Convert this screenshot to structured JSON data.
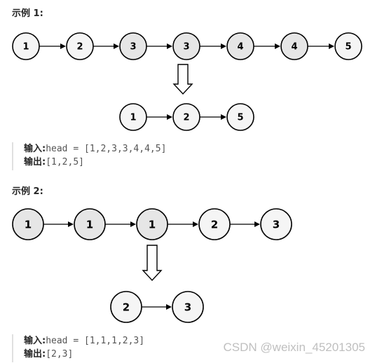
{
  "example1": {
    "title": "示例 1:",
    "input_label": "输入:",
    "input_value": "head = [1,2,3,3,4,4,5]",
    "output_label": "输出:",
    "output_value": "[1,2,5]",
    "before": {
      "nodes": [
        {
          "value": "1",
          "fill": "#f5f5f5"
        },
        {
          "value": "2",
          "fill": "#f5f5f5"
        },
        {
          "value": "3",
          "fill": "#e6e6e6"
        },
        {
          "value": "3",
          "fill": "#e6e6e6"
        },
        {
          "value": "4",
          "fill": "#e6e6e6"
        },
        {
          "value": "4",
          "fill": "#e6e6e6"
        },
        {
          "value": "5",
          "fill": "#f5f5f5"
        }
      ]
    },
    "after": {
      "nodes": [
        {
          "value": "1",
          "fill": "#f5f5f5"
        },
        {
          "value": "2",
          "fill": "#f5f5f5"
        },
        {
          "value": "5",
          "fill": "#f5f5f5"
        }
      ]
    }
  },
  "example2": {
    "title": "示例 2:",
    "input_label": "输入:",
    "input_value": "head = [1,1,1,2,3]",
    "output_label": "输出:",
    "output_value": "[2,3]",
    "before": {
      "nodes": [
        {
          "value": "1",
          "fill": "#e6e6e6"
        },
        {
          "value": "1",
          "fill": "#e6e6e6"
        },
        {
          "value": "1",
          "fill": "#e6e6e6"
        },
        {
          "value": "2",
          "fill": "#f5f5f5"
        },
        {
          "value": "3",
          "fill": "#f5f5f5"
        }
      ]
    },
    "after": {
      "nodes": [
        {
          "value": "2",
          "fill": "#f5f5f5"
        },
        {
          "value": "3",
          "fill": "#f5f5f5"
        }
      ]
    }
  },
  "watermark": "CSDN @weixin_45201305"
}
